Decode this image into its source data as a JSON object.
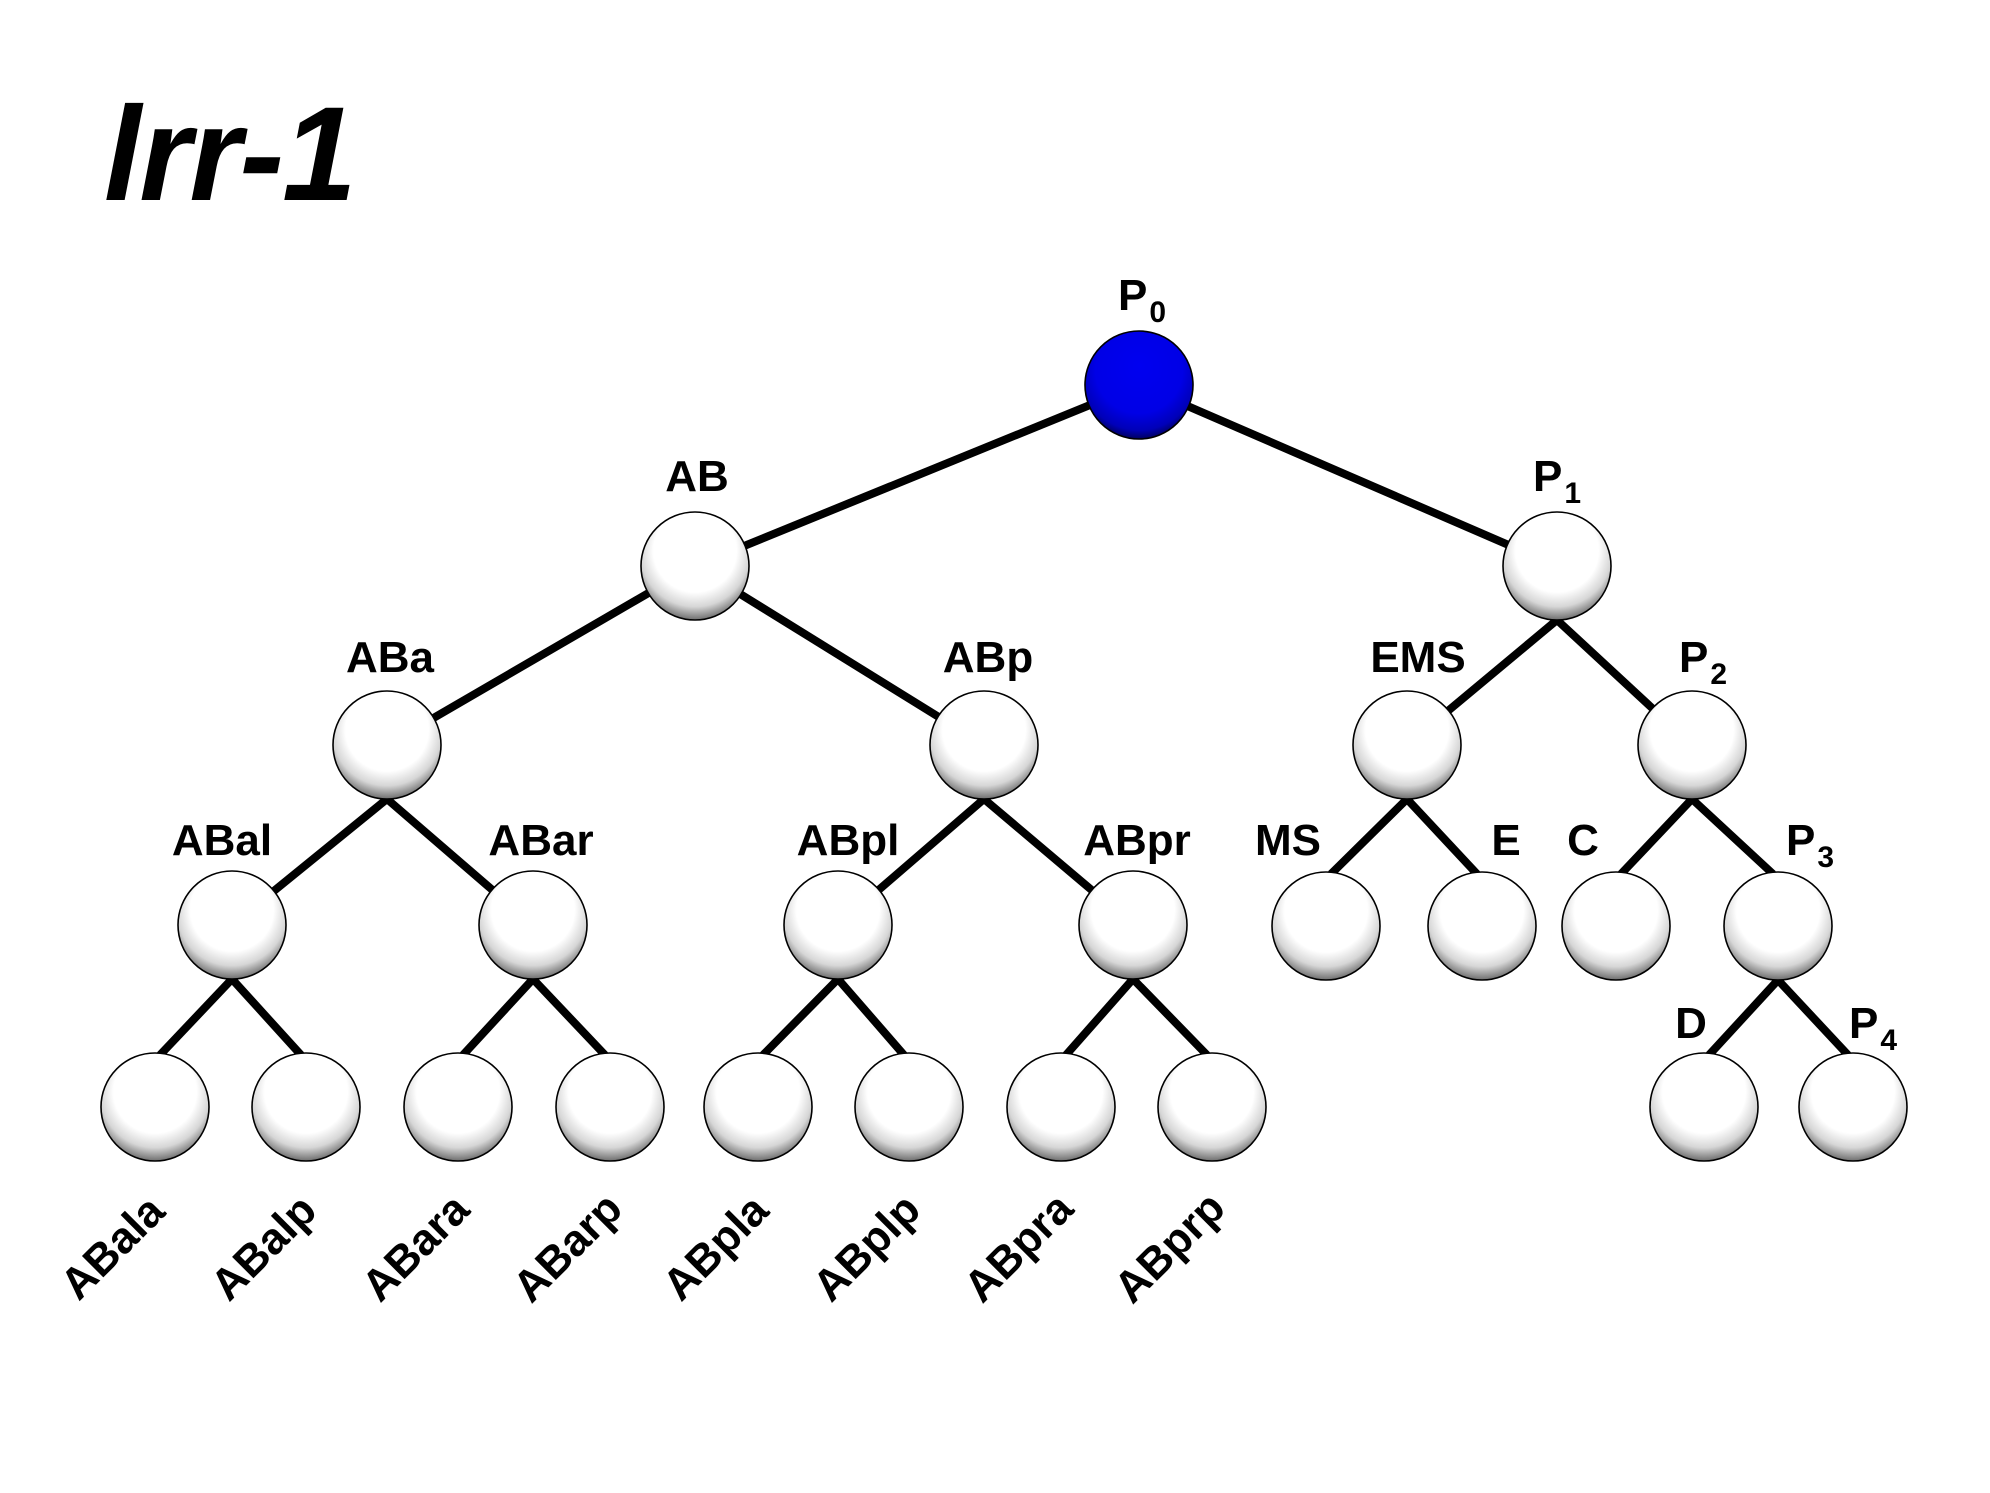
{
  "title": "lrr-1",
  "colors": {
    "highlight_node": "#0000e6",
    "normal_node": "#ffffff",
    "edge": "#000000",
    "label": "#000000"
  },
  "tree": {
    "root": "P0",
    "nodes": [
      {
        "id": "P0",
        "label": "P",
        "sub": "0",
        "parent": null,
        "expressed": true
      },
      {
        "id": "AB",
        "label": "AB",
        "sub": "",
        "parent": "P0",
        "expressed": false
      },
      {
        "id": "P1",
        "label": "P",
        "sub": "1",
        "parent": "P0",
        "expressed": false
      },
      {
        "id": "ABa",
        "label": "ABa",
        "sub": "",
        "parent": "AB",
        "expressed": false
      },
      {
        "id": "ABp",
        "label": "ABp",
        "sub": "",
        "parent": "AB",
        "expressed": false
      },
      {
        "id": "EMS",
        "label": "EMS",
        "sub": "",
        "parent": "P1",
        "expressed": false
      },
      {
        "id": "P2",
        "label": "P",
        "sub": "2",
        "parent": "P1",
        "expressed": false
      },
      {
        "id": "ABal",
        "label": "ABal",
        "sub": "",
        "parent": "ABa",
        "expressed": false
      },
      {
        "id": "ABar",
        "label": "ABar",
        "sub": "",
        "parent": "ABa",
        "expressed": false
      },
      {
        "id": "ABpl",
        "label": "ABpl",
        "sub": "",
        "parent": "ABp",
        "expressed": false
      },
      {
        "id": "ABpr",
        "label": "ABpr",
        "sub": "",
        "parent": "ABp",
        "expressed": false
      },
      {
        "id": "MS",
        "label": "MS",
        "sub": "",
        "parent": "EMS",
        "expressed": false
      },
      {
        "id": "E",
        "label": "E",
        "sub": "",
        "parent": "EMS",
        "expressed": false
      },
      {
        "id": "C",
        "label": "C",
        "sub": "",
        "parent": "P2",
        "expressed": false
      },
      {
        "id": "P3",
        "label": "P",
        "sub": "3",
        "parent": "P2",
        "expressed": false
      },
      {
        "id": "ABala",
        "label": "ABala",
        "sub": "",
        "parent": "ABal",
        "expressed": false
      },
      {
        "id": "ABalp",
        "label": "ABalp",
        "sub": "",
        "parent": "ABal",
        "expressed": false
      },
      {
        "id": "ABara",
        "label": "ABara",
        "sub": "",
        "parent": "ABar",
        "expressed": false
      },
      {
        "id": "ABarp",
        "label": "ABarp",
        "sub": "",
        "parent": "ABar",
        "expressed": false
      },
      {
        "id": "ABpla",
        "label": "ABpla",
        "sub": "",
        "parent": "ABpl",
        "expressed": false
      },
      {
        "id": "ABplp",
        "label": "ABplp",
        "sub": "",
        "parent": "ABpl",
        "expressed": false
      },
      {
        "id": "ABpra",
        "label": "ABpra",
        "sub": "",
        "parent": "ABpr",
        "expressed": false
      },
      {
        "id": "ABprp",
        "label": "ABprp",
        "sub": "",
        "parent": "ABpr",
        "expressed": false
      },
      {
        "id": "D",
        "label": "D",
        "sub": "",
        "parent": "P3",
        "expressed": false
      },
      {
        "id": "P4",
        "label": "P",
        "sub": "4",
        "parent": "P3",
        "expressed": false
      }
    ]
  }
}
